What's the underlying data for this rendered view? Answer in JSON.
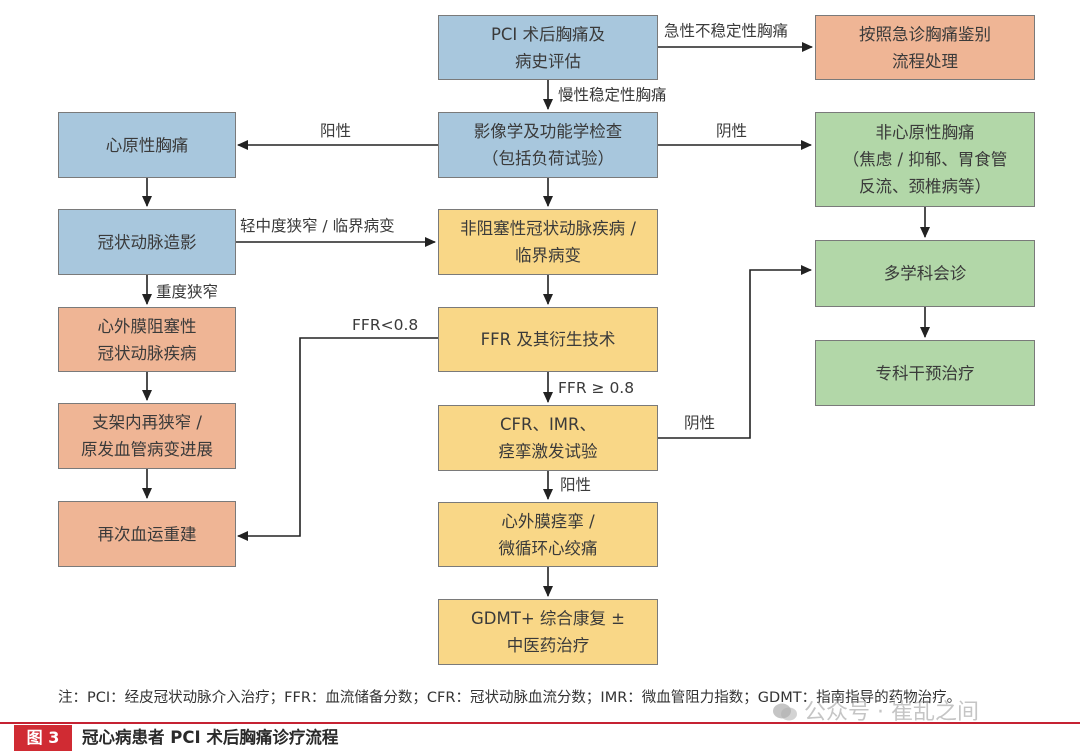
{
  "nodes": {
    "pci_eval": "PCI 术后胸痛及\n病史评估",
    "acute_flow": "按照急诊胸痛鉴别\n流程处理",
    "imaging": "影像学及功能学检查\n（包括负荷试验）",
    "cardiac_pain": "心原性胸痛",
    "noncardiac_pain": "非心原性胸痛\n（焦虑 / 抑郁、胃食管\n反流、颈椎病等）",
    "angiography": "冠状动脉造影",
    "nonobstructive": "非阻塞性冠状动脉疾病 /\n临界病变",
    "mdt": "多学科会诊",
    "epicardial_obstructive": "心外膜阻塞性\n冠状动脉疾病",
    "ffr": "FFR 及其衍生技术",
    "specialist": "专科干预治疗",
    "restenosis": "支架内再狭窄 /\n原发血管病变进展",
    "cfr_imr": "CFR、IMR、\n痉挛激发试验",
    "revasc": "再次血运重建",
    "spasm": "心外膜痉挛 /\n微循环心绞痛",
    "gdmt": "GDMT+ 综合康复 ±\n中医药治疗"
  },
  "edges": {
    "acute_unstable": "急性不稳定性胸痛",
    "chronic_stable": "慢性稳定性胸痛",
    "positive_left": "阳性",
    "negative_right": "阴性",
    "mild_moderate": "轻中度狭窄 / 临界病变",
    "severe": "重度狭窄",
    "ffr_lt": "FFR<0.8",
    "ffr_ge": "FFR ≥ 0.8",
    "negative_cfr": "阴性",
    "positive_cfr": "阳性"
  },
  "footnote": "注：PCI：经皮冠状动脉介入治疗；FFR：血流储备分数；CFR：冠状动脉血流分数；IMR：微血管阻力指数；GDMT：指南指导的药物治疗。",
  "caption": {
    "tag": "图 3",
    "title": "冠心病患者 PCI 术后胸痛诊疗流程"
  },
  "watermark": "公众号 · 崔乱之间",
  "colors": {
    "blue": "#a8c7dd",
    "peach": "#efb595",
    "yellow": "#f9d787",
    "green": "#b2d7a8",
    "caption_red": "#d02b33"
  }
}
